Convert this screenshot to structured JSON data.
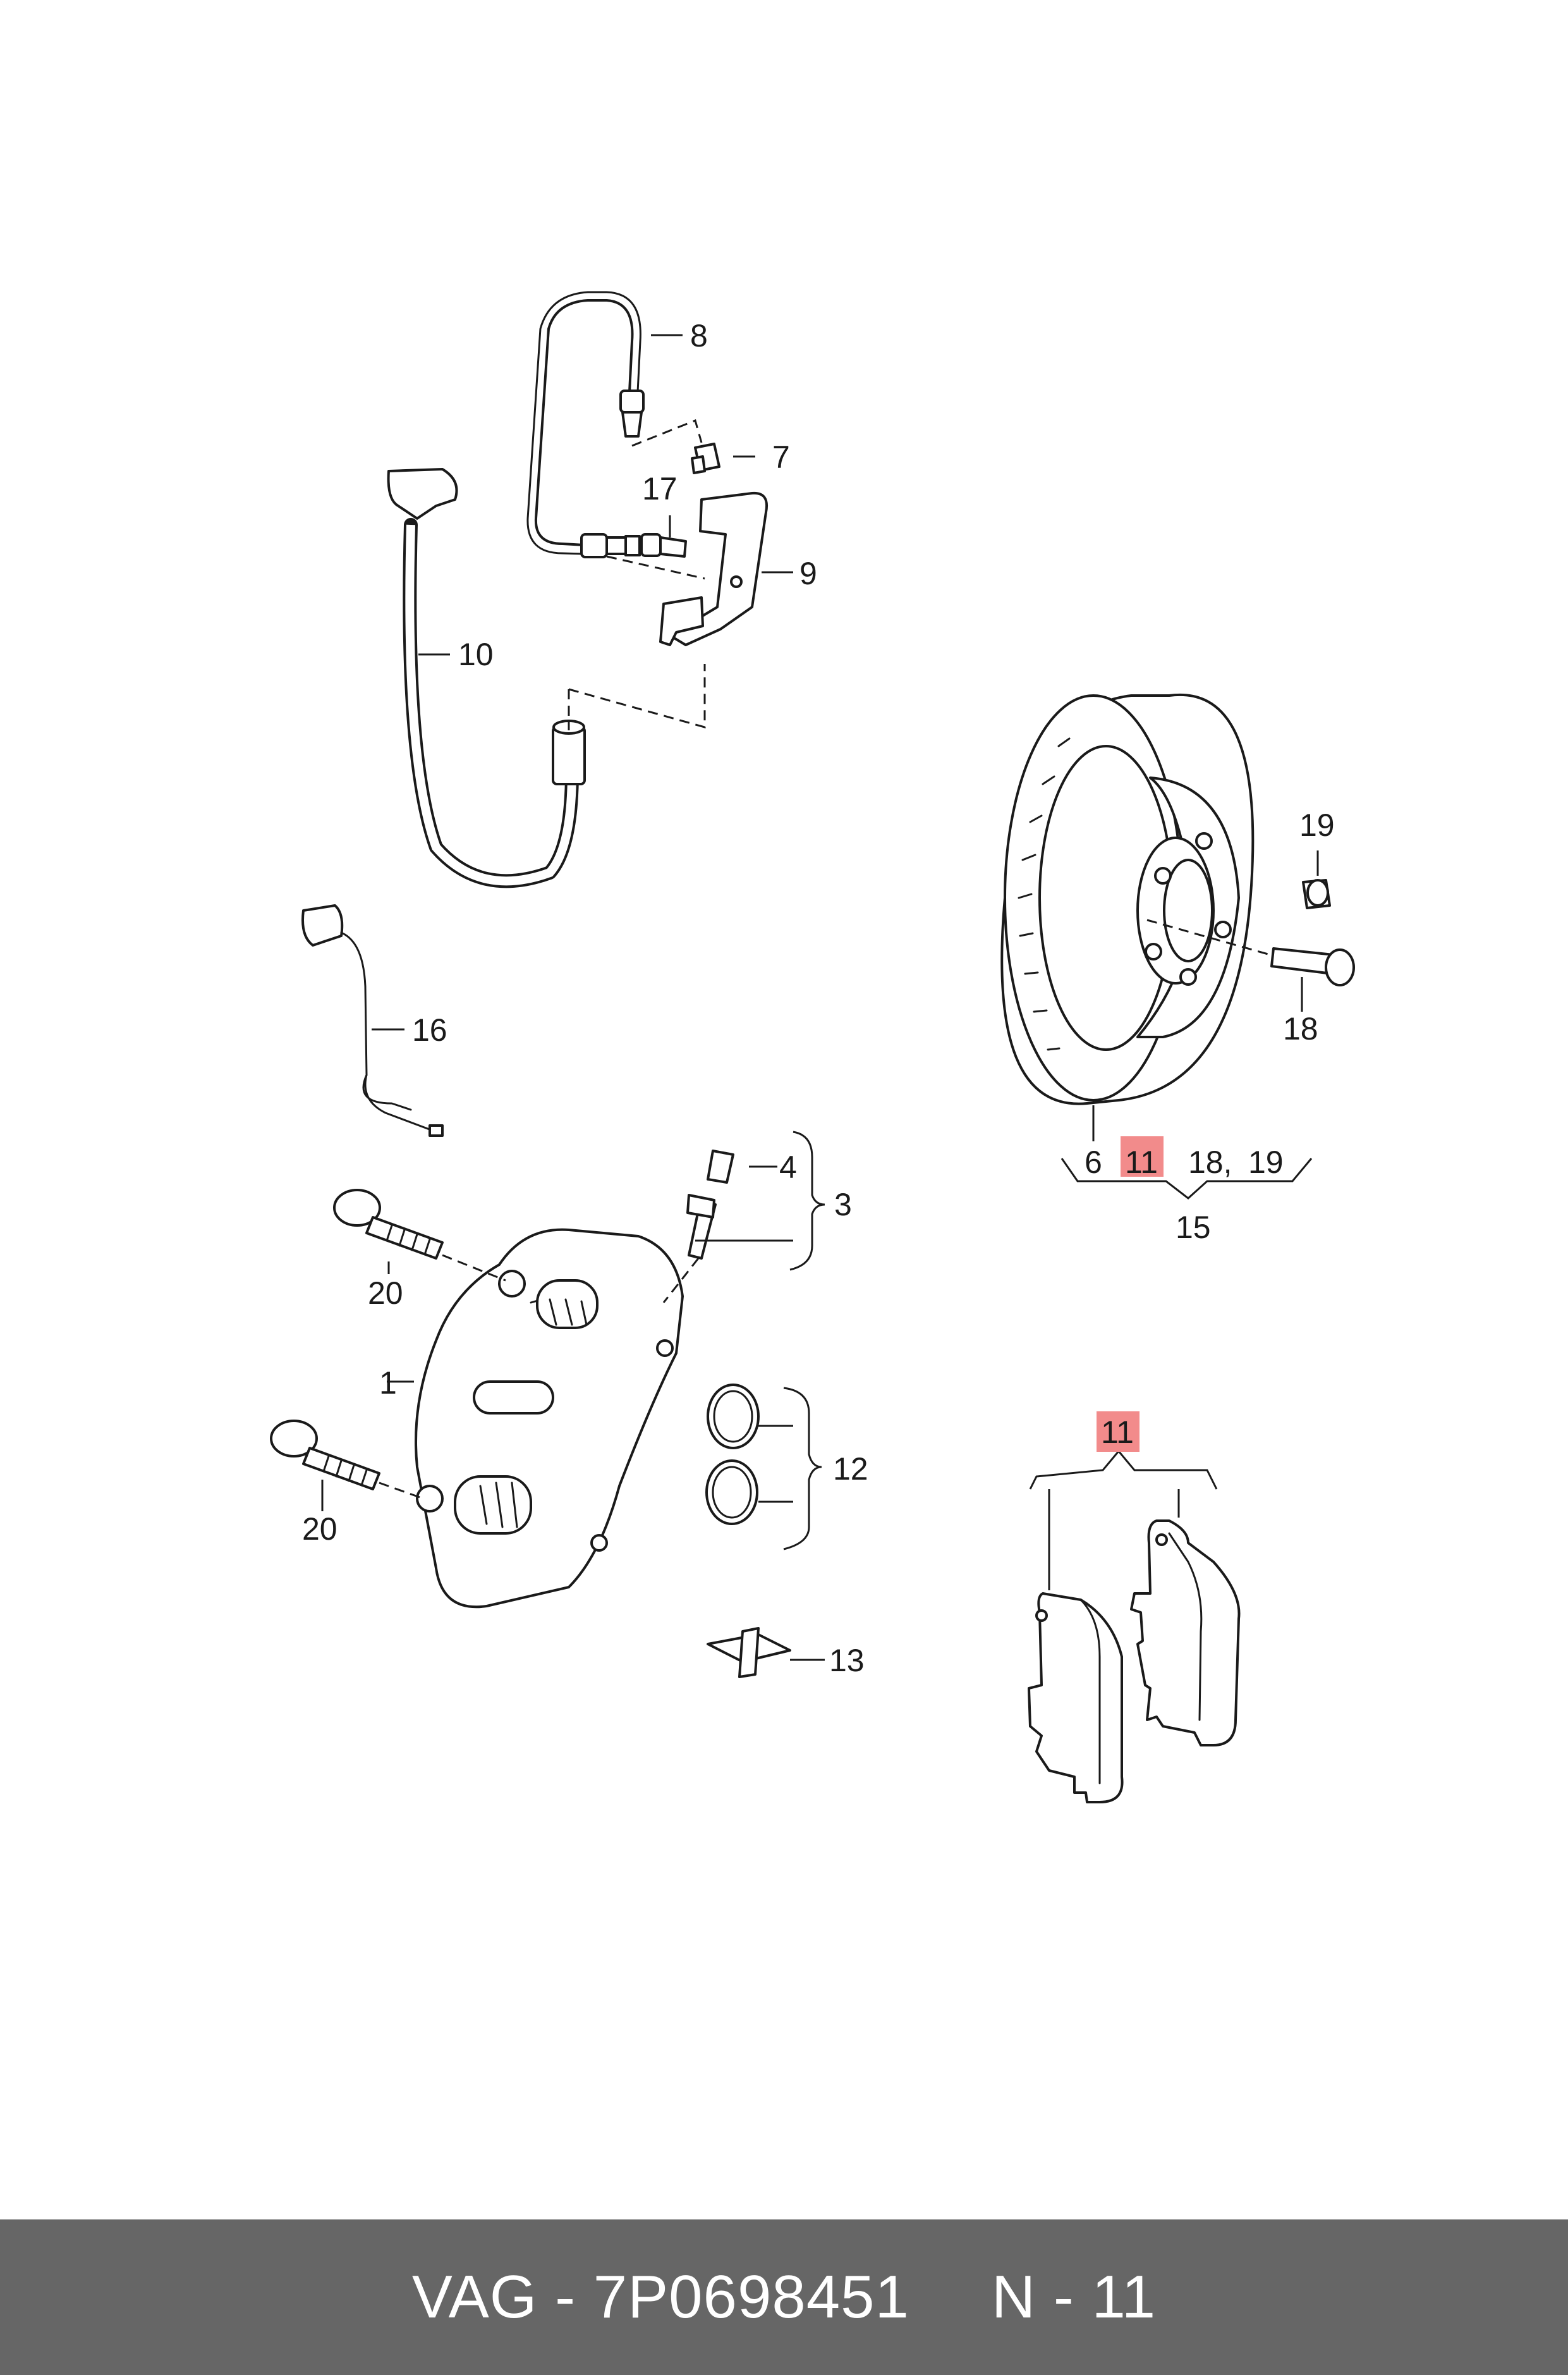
{
  "footer": {
    "brand": "VAG",
    "separator": "-",
    "part_number": "7P0698451",
    "position_label": "N - 11"
  },
  "callouts": {
    "c1": "1",
    "c3": "3",
    "c4": "4",
    "c6": "6",
    "c7": "7",
    "c8": "8",
    "c9": "9",
    "c10": "10",
    "c11_disc": "11",
    "c11_pads": "11",
    "c12": "12",
    "c13": "13",
    "c15": "15",
    "c16": "16",
    "c17": "17",
    "c18": "18",
    "c18_disc": "18,",
    "c19": "19",
    "c19_disc": "19",
    "c20_top": "20",
    "c20_bottom": "20"
  },
  "colors": {
    "highlight": "#f28b8b",
    "footer_bg": "#666666",
    "footer_text": "#ffffff",
    "line": "#1a1a1a"
  }
}
